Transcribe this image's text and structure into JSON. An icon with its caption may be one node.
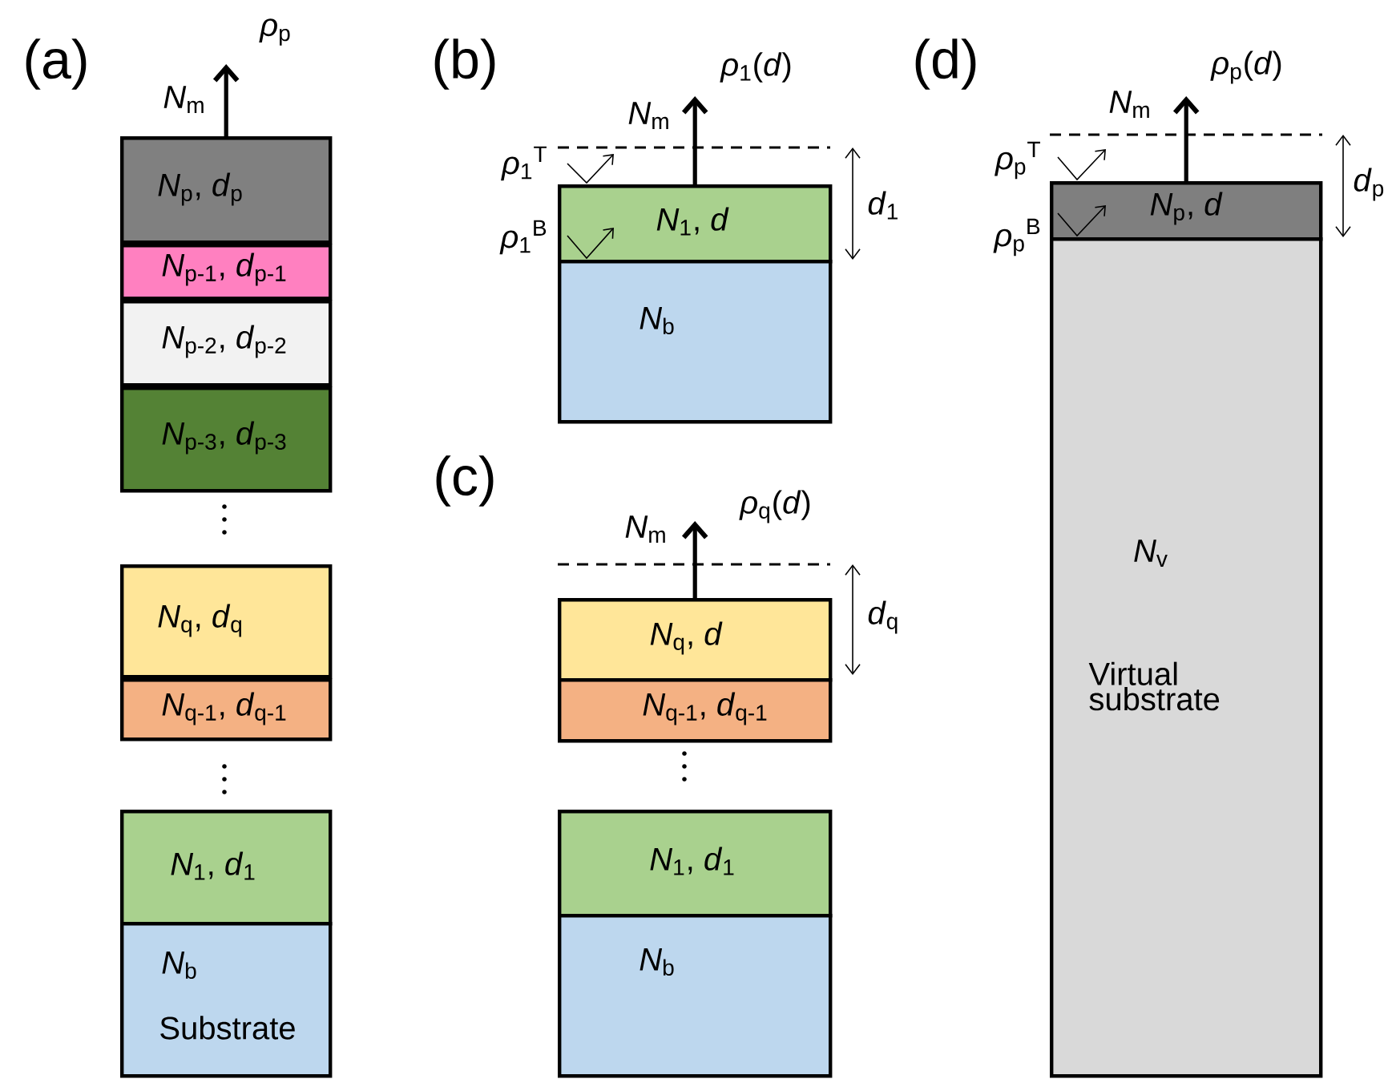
{
  "diagram": {
    "nodes": [
      {
        "text": [
          "*N*$_{p}$, *d*$_{p}$"
        ]
      },
      {
        "text": [
          "*N*$_{p-1}$, *d*$_{p-1}$"
        ]
      },
      {
        "text": [
          "*N*$_{p-2}$, *d*$_{p-2}$"
        ]
      },
      {
        "text": [
          "*N*$_{p-3}$, *d*$_{p-3}$"
        ]
      },
      {
        "text": [
          "*N*$_{q}$, *d*$_{q}$"
        ]
      },
      {
        "text": [
          "*N*$_{q-1}$, *d*$_{q-1}$"
        ]
      },
      {
        "text": [
          "*N*$_{1}$, *d*$_{1}$"
        ]
      },
      {
        "text": [
          "*N*$_{b}$",
          "Substrate"
        ]
      },
      {
        "text": [
          "*N*$_{1}$, *d*"
        ]
      },
      {
        "text": [
          "*N*$_{b}$"
        ]
      },
      {
        "text": [
          "*N*$_{q}$, *d*"
        ]
      },
      {
        "text": [
          "*N*$_{q-1}$, *d*$_{q-1}$"
        ]
      },
      {
        "text": [
          "*N*$_{1}$, *d*$_{1}$"
        ]
      },
      {
        "text": [
          "*N*$_{b}$"
        ]
      },
      {
        "text": [
          "*N*$_{p}$, *d*"
        ]
      },
      {
        "text": [
          "*N*$_{v}$",
          "Virtual substrate"
        ]
      }
    ],
    "edges": [
      {
        "from": 0,
        "to": null,
        "arrow": "to",
        "label": "*N*$_{m}$"
      },
      {
        "from": 8,
        "to": null,
        "arrow": "to",
        "label": "*N*$_{m}$"
      },
      {
        "from": 10,
        "to": null,
        "arrow": "to",
        "label": "*N*$_{m}$"
      },
      {
        "from": 14,
        "to": null,
        "arrow": "to",
        "label": "*N*$_{m}$"
      }
    ],
    "labels": [
      "(a)",
      "*ρ*$_{p}$",
      "(b)",
      "*ρ*$_{1}$(*d*)",
      "*ρ*$_{1}$$^{T}$",
      "*ρ*$_{1}$$^{B}$",
      "*d*$_{1}$",
      "(c)",
      "*ρ*$_{q}$(*d*)",
      "*d*$_{q}$",
      "(d)",
      "*ρ*$_{p}$(*d*)",
      "*ρ*$_{p}$$^{T}$",
      "*ρ*$_{p}$$^{B}$",
      "*d*$_{p}$"
    ]
  }
}
